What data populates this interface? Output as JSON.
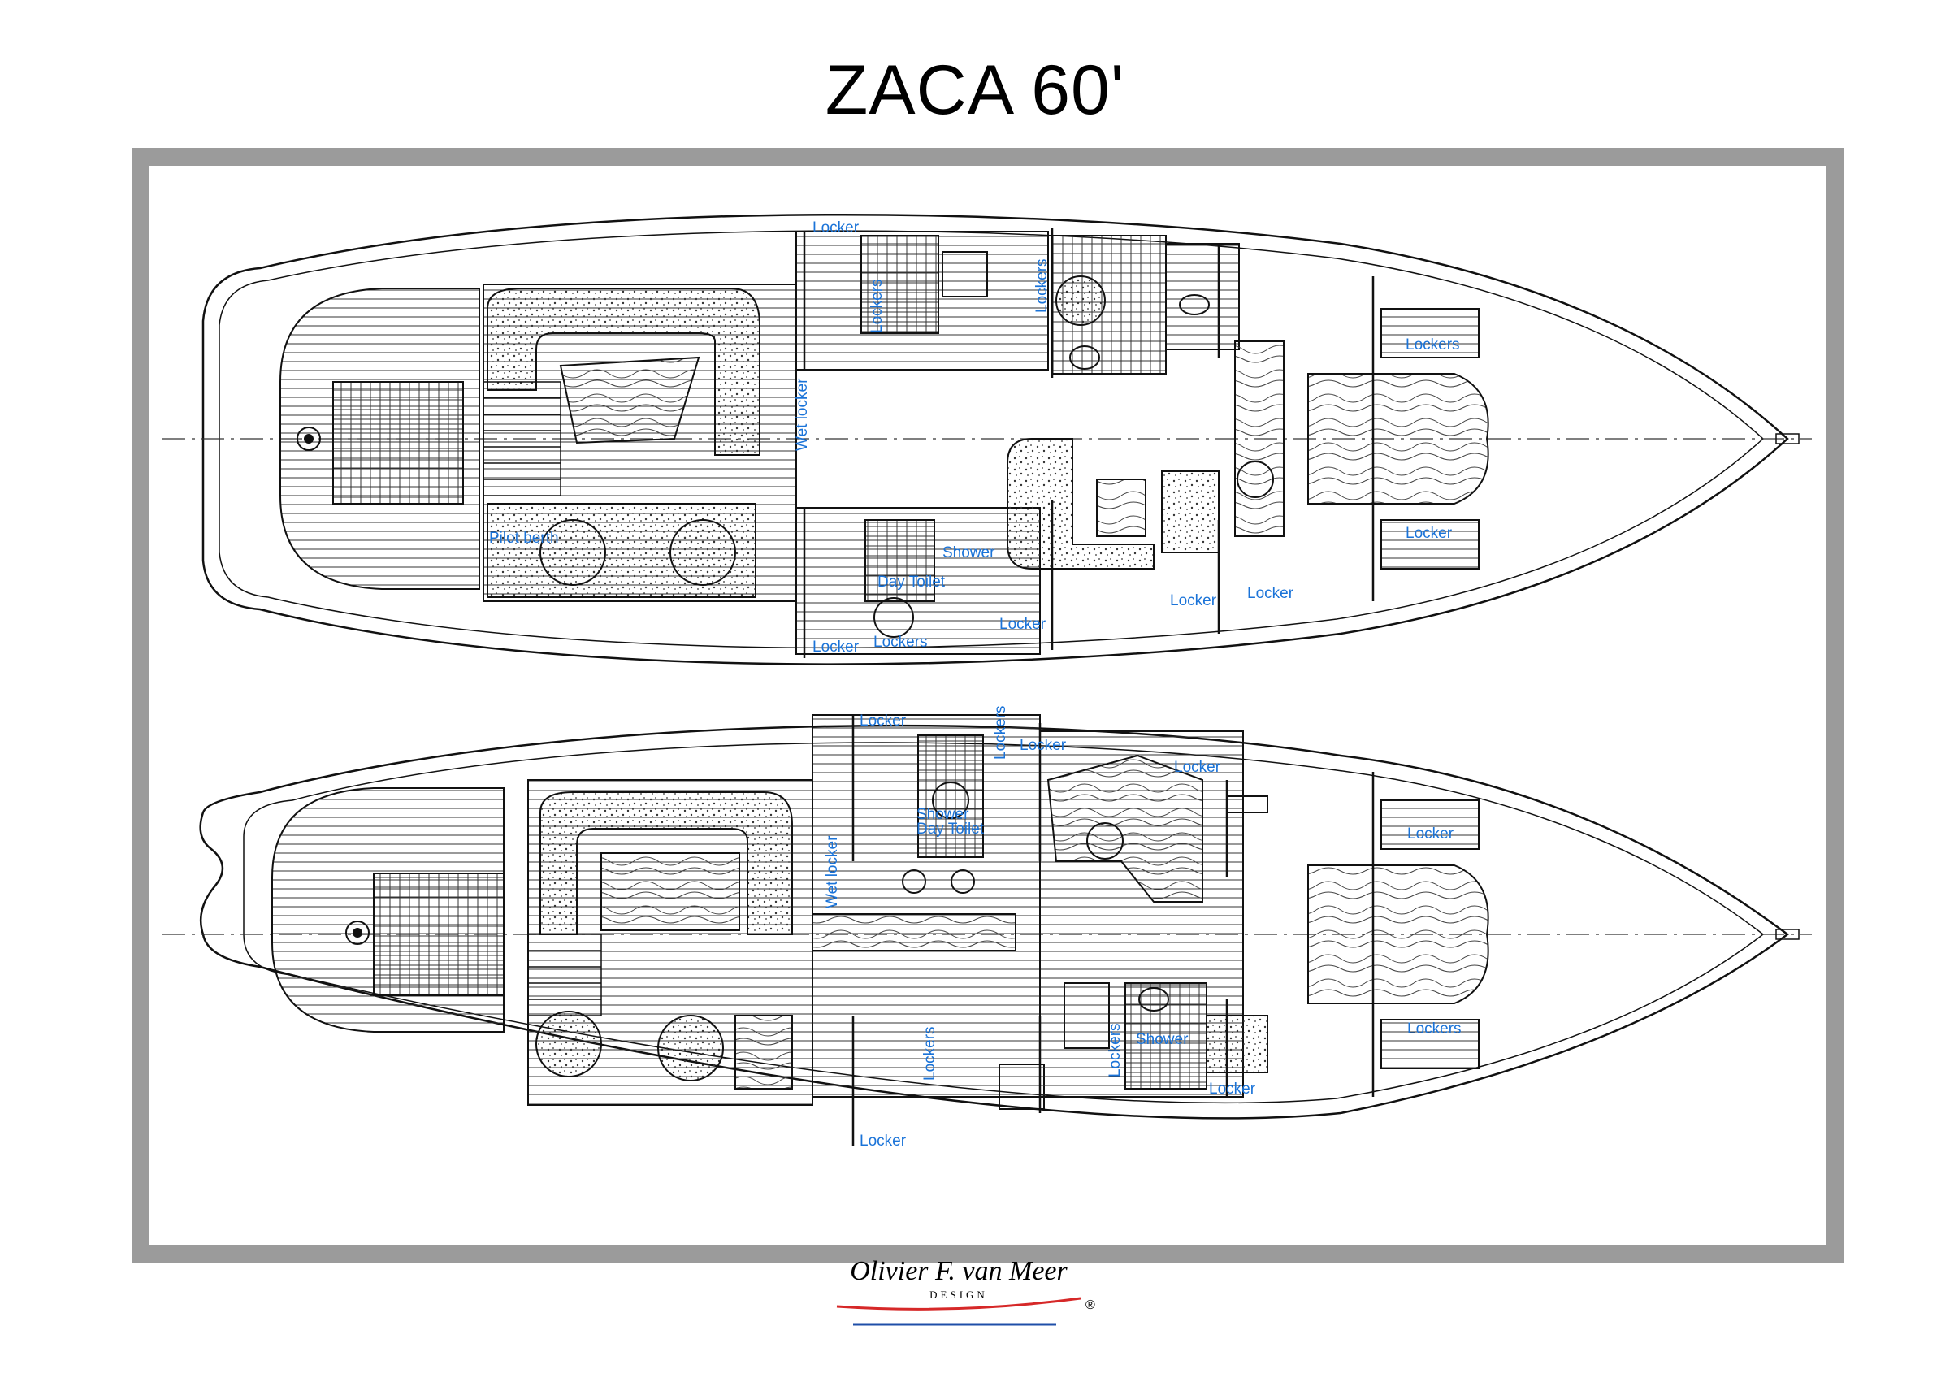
{
  "title": "ZACA 60'",
  "colors": {
    "frame": "#9b9b9b",
    "label": "#1a73d8",
    "line": "#111111",
    "brand_red": "#d62828",
    "brand_blue": "#1f4fa8"
  },
  "top_plan": {
    "labels": [
      {
        "id": "locker-1",
        "text": "Locker"
      },
      {
        "id": "lockers-1",
        "text": "Lockers"
      },
      {
        "id": "locker-2",
        "text": "Locker"
      },
      {
        "id": "lockers-fwd-1",
        "text": "Lockers"
      },
      {
        "id": "wet-locker",
        "text": "Wet locker"
      },
      {
        "id": "lockers-fwd-2",
        "text": "Lockers"
      },
      {
        "id": "pilot-berth",
        "text": "Pilot berth"
      },
      {
        "id": "shower",
        "text": "Shower"
      },
      {
        "id": "day-toilet",
        "text": "Day Toilet"
      },
      {
        "id": "locker-3",
        "text": "Locker"
      },
      {
        "id": "locker-4",
        "text": "Locker"
      },
      {
        "id": "locker-5",
        "text": "Locker"
      },
      {
        "id": "locker-6",
        "text": "Locker"
      },
      {
        "id": "lockers-2",
        "text": "Lockers"
      }
    ]
  },
  "bottom_plan": {
    "labels": [
      {
        "id": "locker-a",
        "text": "Locker"
      },
      {
        "id": "locker-b",
        "text": "Locker"
      },
      {
        "id": "locker-c",
        "text": "Locker"
      },
      {
        "id": "locker-d",
        "text": "Locker"
      },
      {
        "id": "lockers-fwd-a",
        "text": "Lockers"
      },
      {
        "id": "shower-day",
        "text": "Shower"
      },
      {
        "id": "day-toilet-b",
        "text": "Day Toilet"
      },
      {
        "id": "wet-locker-b",
        "text": "Wet locker"
      },
      {
        "id": "lockers-fwd-b",
        "text": "Lockers"
      },
      {
        "id": "lockers-v1",
        "text": "Lockers"
      },
      {
        "id": "lockers-v2",
        "text": "Lockers"
      },
      {
        "id": "shower-b",
        "text": "Shower"
      },
      {
        "id": "locker-e",
        "text": "Locker"
      },
      {
        "id": "locker-f",
        "text": "Locker"
      }
    ]
  },
  "brand": {
    "name": "Olivier F. van Meer",
    "sub": "DESIGN",
    "reg": "®"
  }
}
